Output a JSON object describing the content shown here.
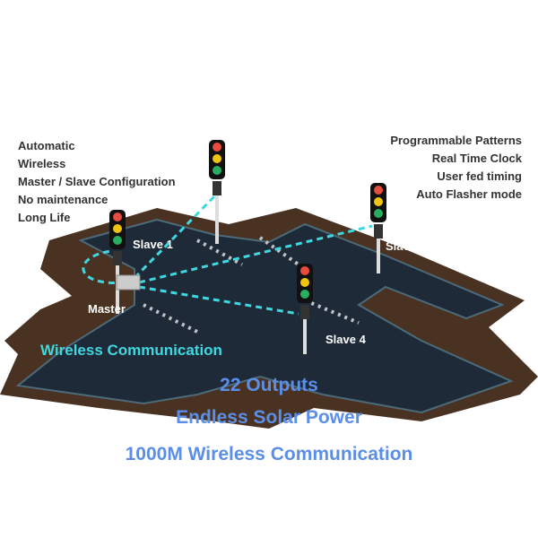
{
  "features_left": [
    "Automatic",
    "Wireless",
    "Master / Slave Configuration",
    "No maintenance",
    "Long Life"
  ],
  "features_right": [
    "Programmable Patterns",
    "Real Time Clock",
    "User fed timing",
    "Auto Flasher mode"
  ],
  "labels": {
    "master": "Master",
    "slave1": "Slave 1",
    "slave2": "Slave 2",
    "slave3": "Slave 3",
    "slave4": "Slave 4"
  },
  "wireless_label": "Wireless Communication",
  "headlines": [
    "22 Outputs",
    "Endless Solar Power",
    "1000M Wireless Communication"
  ],
  "colors": {
    "road": "#1f2a38",
    "sidewalk": "#4a3222",
    "arrow": "#3fd8e0",
    "headline": "#5b8ee6"
  }
}
